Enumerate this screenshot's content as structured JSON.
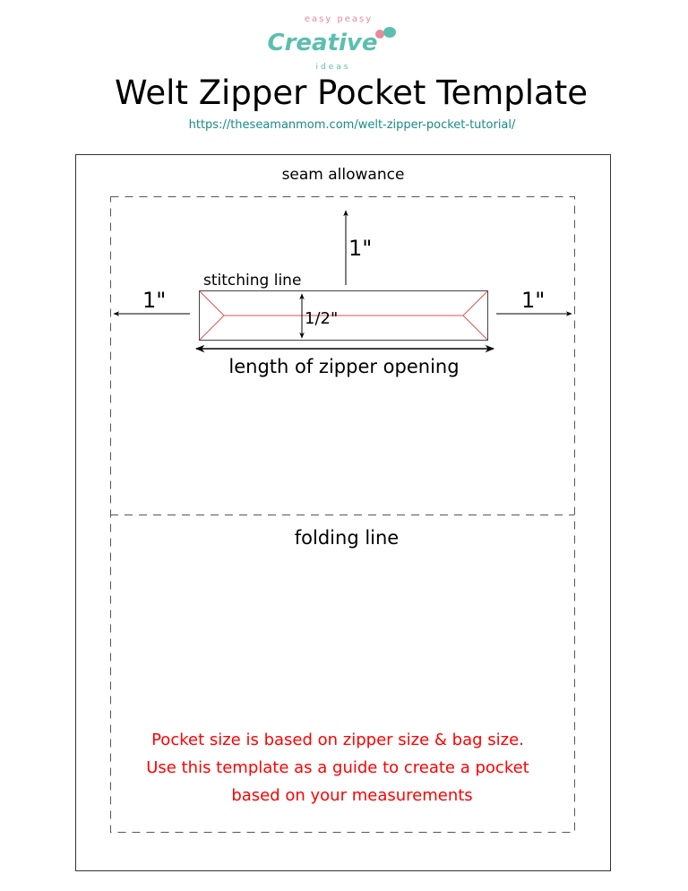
{
  "logo": {
    "top": "easy peasy",
    "main": "Creative",
    "bottom": "ideas"
  },
  "title": "Welt Zipper Pocket Template",
  "url": "https://theseamanmom.com/welt-zipper-pocket-tutorial/",
  "labels": {
    "seam_allowance": "seam allowance",
    "top_margin": "1\"",
    "left_margin": "1\"",
    "right_margin": "1\"",
    "stitching_line": "stitching line",
    "height": "1/2\"",
    "length": "length of zipper opening",
    "folding_line": "folding line"
  },
  "note": [
    "Pocket size is based on zipper size & bag size.",
    "Use this template as a guide to create a pocket",
    "based on your measurements"
  ],
  "colors": {
    "teal": "#5bbfaf",
    "pink": "#e88a9a",
    "link": "#1a8a8a",
    "red": "#ff0000",
    "stitch": "#e05050"
  }
}
